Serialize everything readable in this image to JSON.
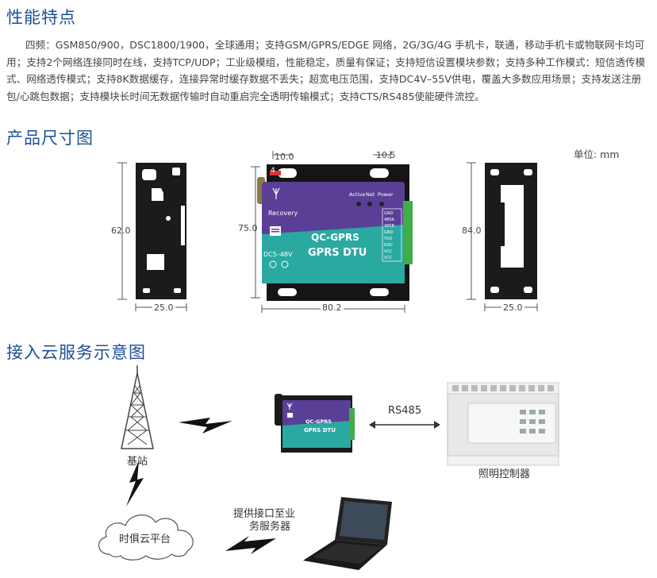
{
  "features": {
    "title": "性能特点",
    "description": "四频：GSM850/900，DSC1800/1900，全球通用；支持GSM/GPRS/EDGE 网络，2G/3G/4G 手机卡，联通，移动手机卡或物联网卡均可用；支持2个网络连接同时在线，支持TCP/UDP；工业级模组，性能稳定，质量有保证；支持短信设置模块参数；支持多种工作模式：短信透传模式、网络透传模式；支持8K数据缓存，连接异常时缓存数据不丢失；超宽电压范围，支持DC4V–55V供电，覆盖大多数应用场景；支持发送注册包/心跳包数据；支持模块长时间无数据传输时自动重启完全透明传输模式；支持CTS/RS485使能硬件流控。"
  },
  "dimensions": {
    "title": "产品尺寸图",
    "unit_label": "单位: mm",
    "left_view": {
      "height": "62.0",
      "width": "25.0"
    },
    "front_view": {
      "height": "75.0",
      "width": "80.2",
      "top_left": "10.0",
      "top_right": "10.5",
      "slot_number": "4"
    },
    "right_view": {
      "height": "84.0",
      "width": "25.0"
    },
    "device": {
      "model": "QC-GPRS",
      "name": "GPRS DTU",
      "recovery": "Recovery",
      "power_spec": "DC5–48V",
      "leds": [
        "Active",
        "Net",
        "Power"
      ],
      "pins": [
        "GND",
        "485A",
        "485B",
        "GND",
        "TXD",
        "RXD",
        "VCC",
        "VCC"
      ]
    }
  },
  "cloud": {
    "title": "接入云服务示意图",
    "base_station": "基站",
    "rs485": "RS485",
    "lighting_controller": "照明控制器",
    "cloud_platform": "时俱云平台",
    "interface_note_line1": "提供接口至业",
    "interface_note_line2": "务服务器"
  },
  "colors": {
    "title_blue": "#1d4f97",
    "device_purple": "#5a3f97",
    "device_teal": "#2aa9a1",
    "terminal_green": "#3fae4a"
  }
}
